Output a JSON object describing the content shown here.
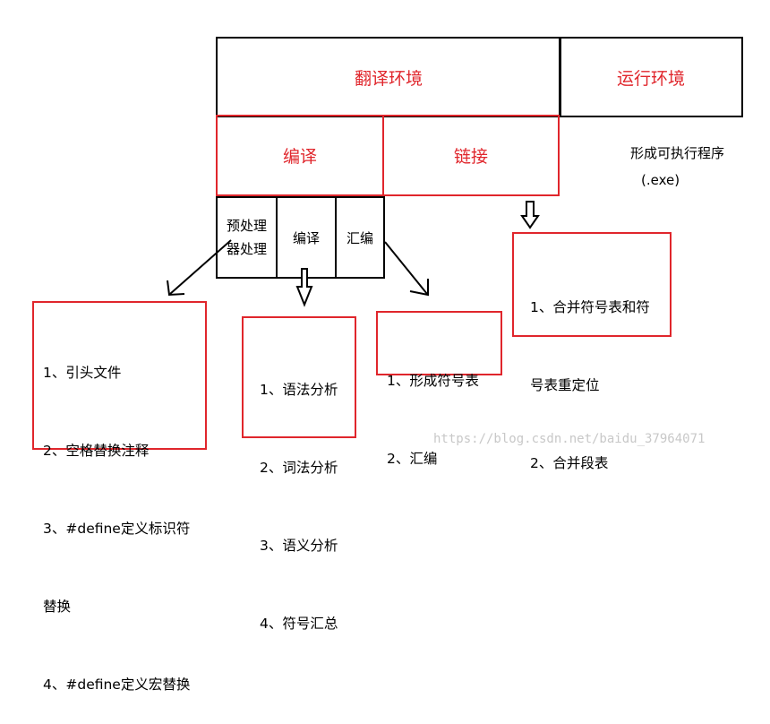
{
  "translate_env": "翻译环境",
  "runtime_env": "运行环境",
  "compile": "编译",
  "link": "链接",
  "output_label_line1": "形成可执行程序",
  "output_label_line2": "(.exe)",
  "sub_steps": {
    "preprocess_line1": "预处理",
    "preprocess_line2": "器处理",
    "compile": "编译",
    "assemble": "汇编"
  },
  "preprocess_details": [
    "1、引头文件",
    "2、空格替换注释",
    "3、#define定义标识符",
    "替换",
    "4、#define定义宏替换"
  ],
  "compile_details": [
    "1、语法分析",
    "2、词法分析",
    "3、语义分析",
    "4、符号汇总"
  ],
  "assemble_details": [
    "1、形成符号表",
    "2、汇编"
  ],
  "link_details": [
    "1、合并符号表和符",
    "号表重定位",
    "2、合并段表"
  ],
  "watermark": "https://blog.csdn.net/baidu_37964071",
  "colors": {
    "red": "#e0262c",
    "black": "#000000"
  }
}
